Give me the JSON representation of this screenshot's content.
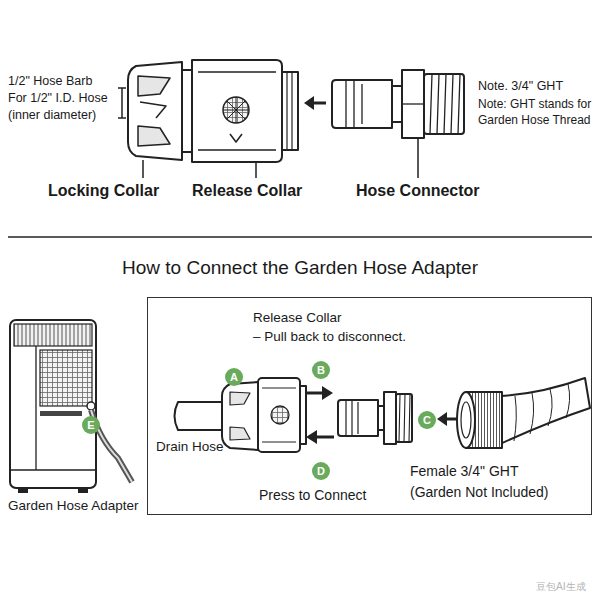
{
  "diagram": {
    "title": "How to Connect the Garden Hose Adapter",
    "nodes": [
      {
        "text": [
          "Release Collar",
          "– Pull back to disconnect.",
          "Drain Hose",
          "Press to Connect",
          "Female 3/4\" GHT (Garden Not Included)"
        ]
      },
      {
        "text": [
          "A"
        ],
        "in": 0
      },
      {
        "text": [
          "B"
        ],
        "in": 0
      },
      {
        "text": [
          "C"
        ],
        "in": 0
      },
      {
        "text": [
          "D"
        ],
        "in": 0
      },
      {
        "text": [
          "E"
        ]
      }
    ],
    "labels": [
      "1/2\" Hose Barb For 1/2\" I.D. Hose (inner diameter)",
      "Note. 3/4\" GHT",
      "Note: GHT stands for Garden Hose Thread",
      "Locking Collar",
      "Release Collar",
      "Hose Connector",
      "Garden Hose Adapter",
      "豆包AI生成"
    ]
  }
}
